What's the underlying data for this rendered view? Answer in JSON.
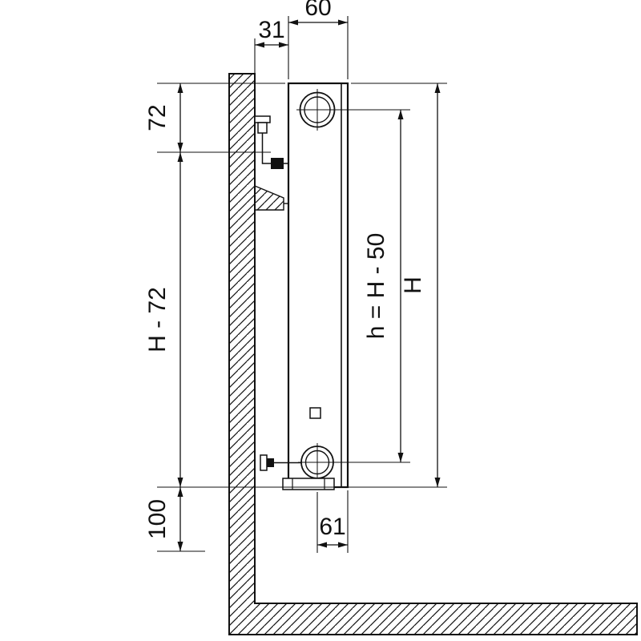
{
  "colors": {
    "line": "#111111",
    "background": "#ffffff"
  },
  "dims": {
    "depth": "60",
    "wall_gap": "31",
    "top_offset": "72",
    "side_height": "H - 72",
    "bottom_clearance": "100",
    "connection_height": "h = H - 50",
    "total_height": "H",
    "bottom_offset": "61"
  }
}
